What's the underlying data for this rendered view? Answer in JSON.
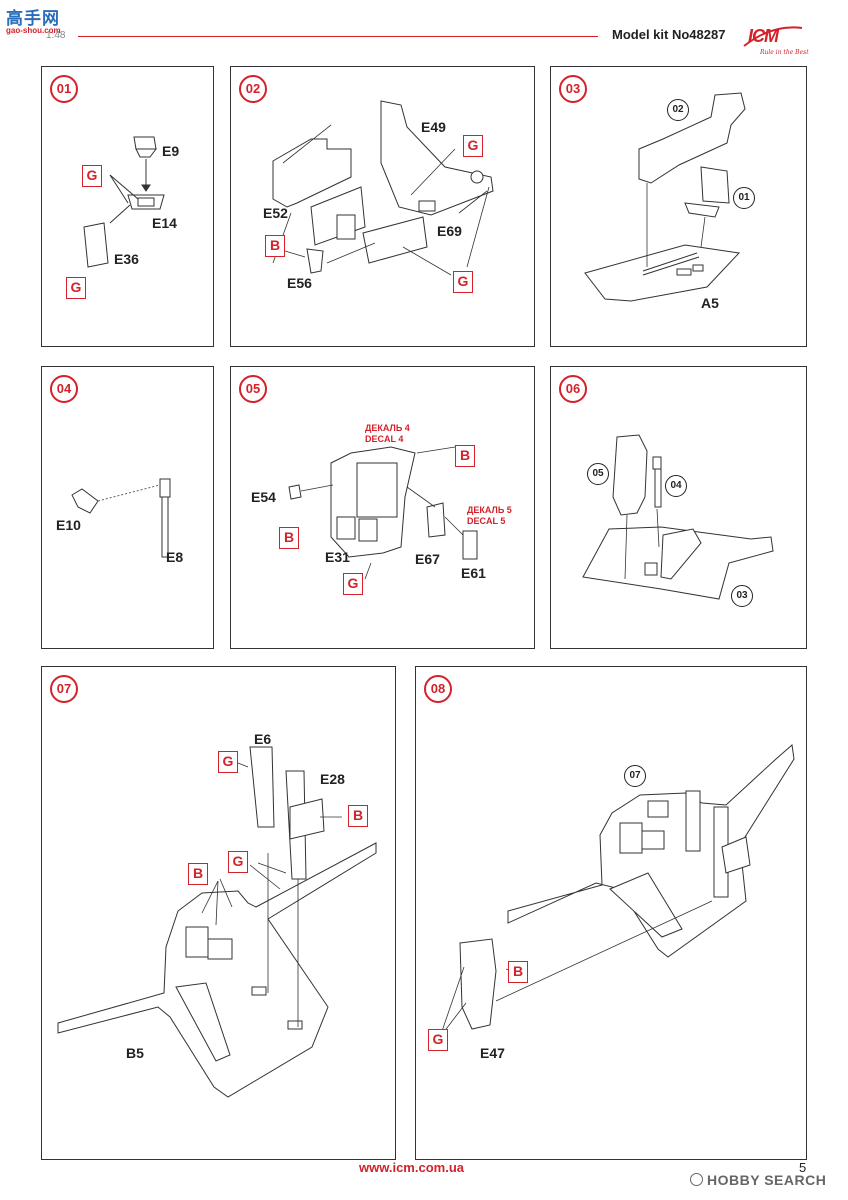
{
  "header": {
    "model_kit": "Model kit No48287",
    "page_sub": "1:48",
    "brand": "ICM",
    "brand_tagline": "Rule in the Best",
    "site_logo_top": "高手网",
    "site_logo_bottom": "gao-shou.com"
  },
  "steps": {
    "s01": {
      "number": "01",
      "parts": [
        "E9",
        "E14",
        "E36"
      ],
      "badges": [
        "G",
        "G"
      ]
    },
    "s02": {
      "number": "02",
      "parts": [
        "E49",
        "E52",
        "E69",
        "E56"
      ],
      "badges": [
        "G",
        "B",
        "G"
      ]
    },
    "s03": {
      "number": "03",
      "parts": [
        "A5"
      ],
      "refs": [
        "02",
        "01"
      ]
    },
    "s04": {
      "number": "04",
      "parts": [
        "E10",
        "E8"
      ]
    },
    "s05": {
      "number": "05",
      "parts": [
        "E54",
        "E31",
        "E67",
        "E61"
      ],
      "badges": [
        "B",
        "B",
        "G"
      ],
      "decal4": [
        "ДЕКАЛЬ 4",
        "DECAL 4"
      ],
      "decal5": [
        "ДЕКАЛЬ 5",
        "DECAL 5"
      ]
    },
    "s06": {
      "number": "06",
      "refs": [
        "05",
        "04",
        "03"
      ]
    },
    "s07": {
      "number": "07",
      "parts": [
        "E6",
        "E28",
        "B5"
      ],
      "badges": [
        "G",
        "B",
        "G",
        "B"
      ]
    },
    "s08": {
      "number": "08",
      "parts": [
        "E47"
      ],
      "badges": [
        "B",
        "G"
      ],
      "refs": [
        "07"
      ]
    }
  },
  "footer": {
    "url": "www.icm.com.ua",
    "page": "5",
    "watermark": "HOBBY SEARCH"
  },
  "colors": {
    "accent": "#d3222a",
    "line": "#333333"
  }
}
